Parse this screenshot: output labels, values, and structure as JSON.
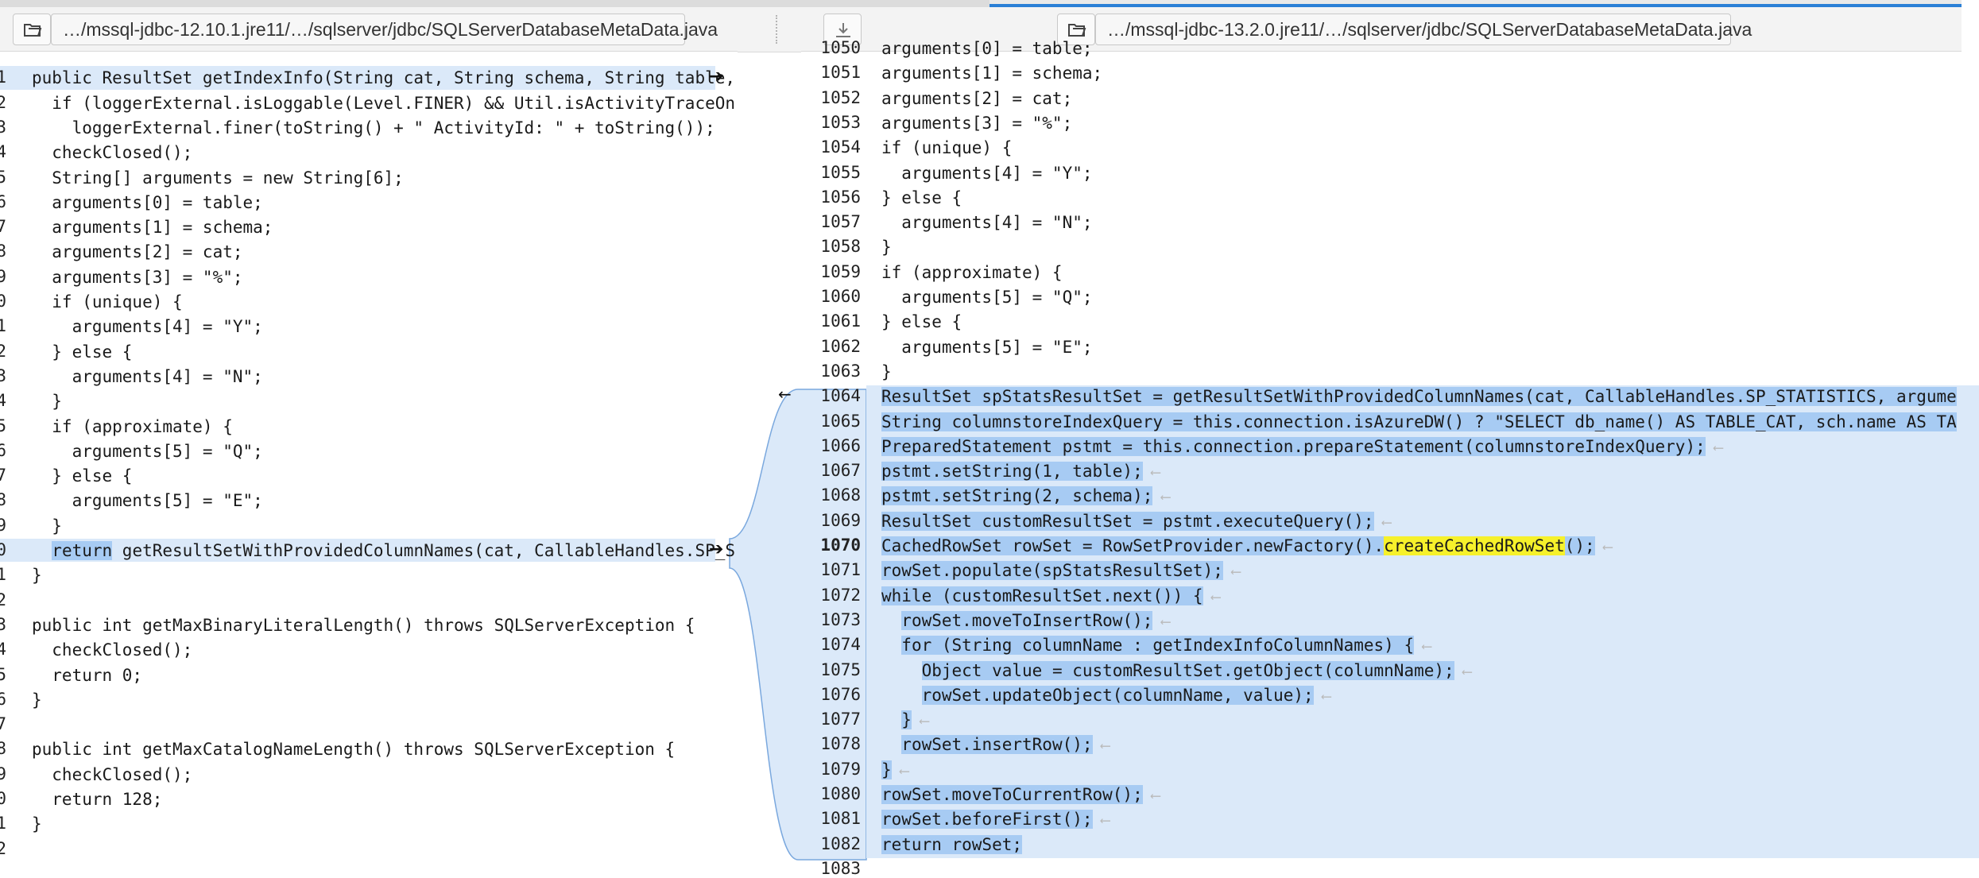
{
  "colors": {
    "accent": "#2a7fd6",
    "block_bg": "#dbe9f9",
    "selection": "#a7cbf3",
    "match": "#f6f12b"
  },
  "left": {
    "path": "…/mssql-jdbc-12.10.1.jre11/…/sqlserver/jdbc/SQLServerDatabaseMetaData.java",
    "open_icon": "folder-open-icon",
    "line_digits": [
      "",
      "1",
      "2",
      "3",
      "4",
      "5",
      "6",
      "7",
      "8",
      "9",
      "0",
      "1",
      "2",
      "3",
      "4",
      "5",
      "6",
      "7",
      "8",
      "9",
      "0",
      "1",
      "2",
      "3",
      "4",
      "5",
      "6",
      "7",
      "8",
      "9",
      "0",
      "1",
      "2"
    ],
    "lines": [
      "",
      "public ResultSet getIndexInfo(String cat, String schema, String table,",
      "  if (loggerExternal.isLoggable(Level.FINER) && Util.isActivityTraceOn",
      "    loggerExternal.finer(toString() + \" ActivityId: \" + toString());",
      "  checkClosed();",
      "  String[] arguments = new String[6];",
      "  arguments[0] = table;",
      "  arguments[1] = schema;",
      "  arguments[2] = cat;",
      "  arguments[3] = \"%\";",
      "  if (unique) {",
      "    arguments[4] = \"Y\";",
      "  } else {",
      "    arguments[4] = \"N\";",
      "  }",
      "  if (approximate) {",
      "    arguments[5] = \"Q\";",
      "  } else {",
      "    arguments[5] = \"E\";",
      "  }",
      "  return getResultSetWithProvidedColumnNames(cat, CallableHandles.SP_S",
      "}",
      "",
      "public int getMaxBinaryLiteralLength() throws SQLServerException {",
      "  checkClosed();",
      "  return 0;",
      "}",
      "",
      "public int getMaxCatalogNameLength() throws SQLServerException {",
      "  checkClosed();",
      "  return 128;",
      "}",
      ""
    ]
  },
  "right": {
    "path": "…/mssql-jdbc-13.2.0.jre11/…/sqlserver/jdbc/SQLServerDatabaseMetaData.java",
    "download_icon": "download-icon",
    "open_icon": "folder-open-icon",
    "line_numbers": [
      "1050",
      "1051",
      "1052",
      "1053",
      "1054",
      "1055",
      "1056",
      "1057",
      "1058",
      "1059",
      "1060",
      "1061",
      "1062",
      "1063",
      "1064",
      "1065",
      "1066",
      "1067",
      "1068",
      "1069",
      "1070",
      "1071",
      "1072",
      "1073",
      "1074",
      "1075",
      "1076",
      "1077",
      "1078",
      "1079",
      "1080",
      "1081",
      "1082",
      "1083"
    ],
    "lines": [
      "  arguments[0] = table;",
      "  arguments[1] = schema;",
      "  arguments[2] = cat;",
      "  arguments[3] = \"%\";",
      "  if (unique) {",
      "    arguments[4] = \"Y\";",
      "  } else {",
      "    arguments[4] = \"N\";",
      "  }",
      "  if (approximate) {",
      "    arguments[5] = \"Q\";",
      "  } else {",
      "    arguments[5] = \"E\";",
      "  }",
      "  ResultSet spStatsResultSet = getResultSetWithProvidedColumnNames(cat, CallableHandles.SP_STATISTICS, argume",
      "  String columnstoreIndexQuery = this.connection.isAzureDW() ? \"SELECT db_name() AS TABLE_CAT, sch.name AS TA",
      "  PreparedStatement pstmt = this.connection.prepareStatement(columnstoreIndexQuery);",
      "  pstmt.setString(1, table);",
      "  pstmt.setString(2, schema);",
      "  ResultSet customResultSet = pstmt.executeQuery();",
      "  CachedRowSet rowSet = RowSetProvider.newFactory().createCachedRowSet();",
      "  rowSet.populate(spStatsResultSet);",
      "  while (customResultSet.next()) {",
      "    rowSet.moveToInsertRow();",
      "    for (String columnName : getIndexInfoColumnNames) {",
      "      Object value = customResultSet.getObject(columnName);",
      "      rowSet.updateObject(columnName, value);",
      "    }",
      "    rowSet.insertRow();",
      "  }",
      "  rowSet.moveToCurrentRow();",
      "  rowSet.beforeFirst();",
      "  return rowSet;",
      "}"
    ]
  }
}
